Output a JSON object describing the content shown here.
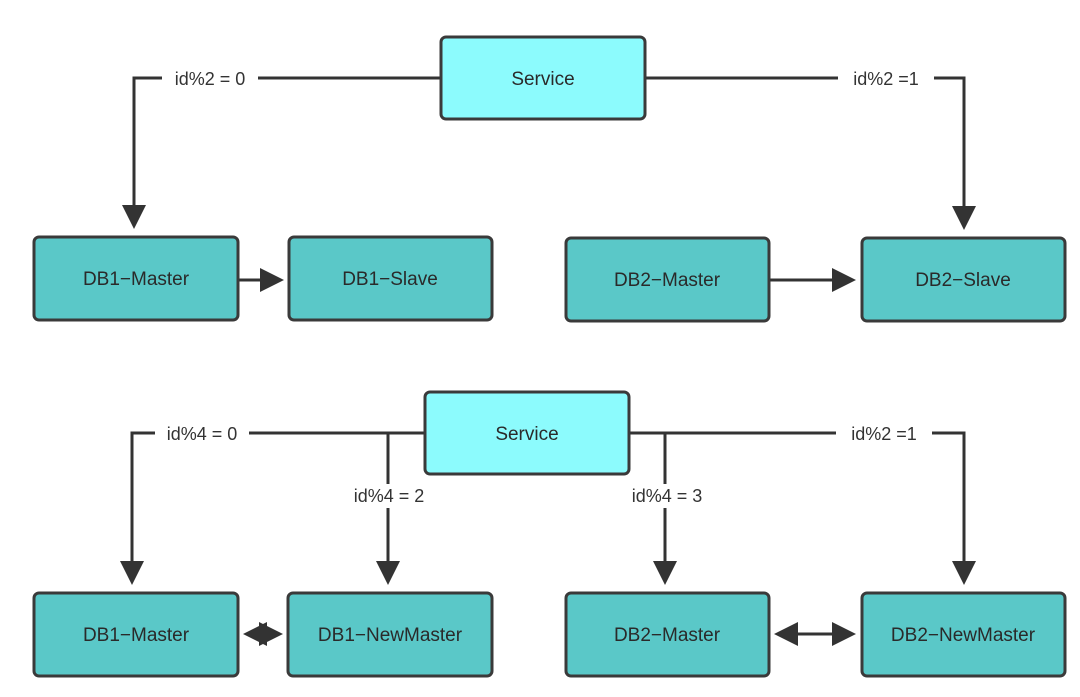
{
  "top": {
    "service": "Service",
    "db1_master": "DB1−Master",
    "db1_slave": "DB1−Slave",
    "db2_master": "DB2−Master",
    "db2_slave": "DB2−Slave",
    "left_route": "id%2 = 0",
    "right_route": "id%2 =1"
  },
  "bottom": {
    "service": "Service",
    "db1_master": "DB1−Master",
    "db1_newmaster": "DB1−NewMaster",
    "db2_master": "DB2−Master",
    "db2_newmaster": "DB2−NewMaster",
    "route_mod4_0": "id%4 = 0",
    "route_mod4_2": "id%4 = 2",
    "route_mod4_3": "id%4 = 3",
    "route_right": "id%2 =1"
  },
  "colors": {
    "service_fill": "#8cfbfd",
    "db_fill": "#5ac8c8",
    "border": "#3a3a3a",
    "line": "#333333"
  }
}
